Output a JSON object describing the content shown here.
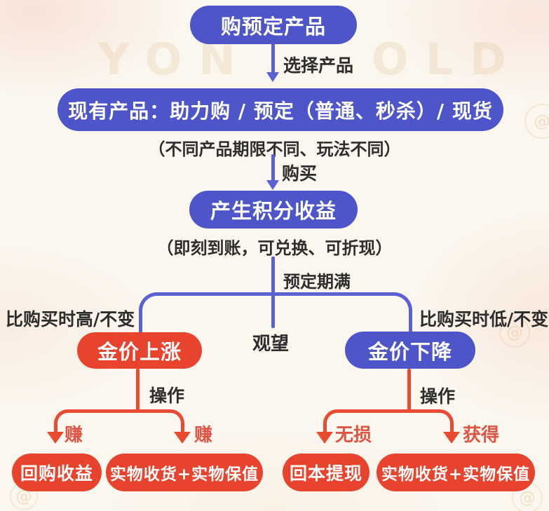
{
  "palette": {
    "pill_blue": "#4e55c9",
    "line_blue": "#5a61d4",
    "pill_red": "#e8432d",
    "line_red": "#e84b31",
    "label_red": "#e05443",
    "text_dark": "#2d2d2d",
    "background_cream": "#fbf6ee"
  },
  "watermark": {
    "left_text": "YON",
    "right_text": "OLD",
    "logo_glyph": "@"
  },
  "flow": {
    "start": {
      "label": "购预定产品"
    },
    "edge_select": {
      "label": "选择产品"
    },
    "products": {
      "label": "现有产品：助力购 / 预定（普通、秒杀）/ 现货",
      "note": "（不同产品期限不同、玩法不同）"
    },
    "edge_buy": {
      "label": "购买"
    },
    "points": {
      "label": "产生积分收益",
      "note": "（即刻到账，可兑换、可折现）"
    },
    "edge_expiry": {
      "label": "预定期满"
    },
    "price_up": {
      "condition": "比购买时高/不变",
      "label": "金价上涨",
      "action": "操作"
    },
    "wait": {
      "label": "观望"
    },
    "price_down": {
      "condition": "比购买时低/不变",
      "label": "金价下降",
      "action": "操作"
    },
    "left_outcomes": [
      {
        "edge": "赚",
        "label": "回购收益"
      },
      {
        "edge": "赚",
        "label": "实物收货+实物保值"
      }
    ],
    "right_outcomes": [
      {
        "edge": "无损",
        "label": "回本提现"
      },
      {
        "edge": "获得",
        "label": "实物收货+实物保值"
      }
    ]
  }
}
